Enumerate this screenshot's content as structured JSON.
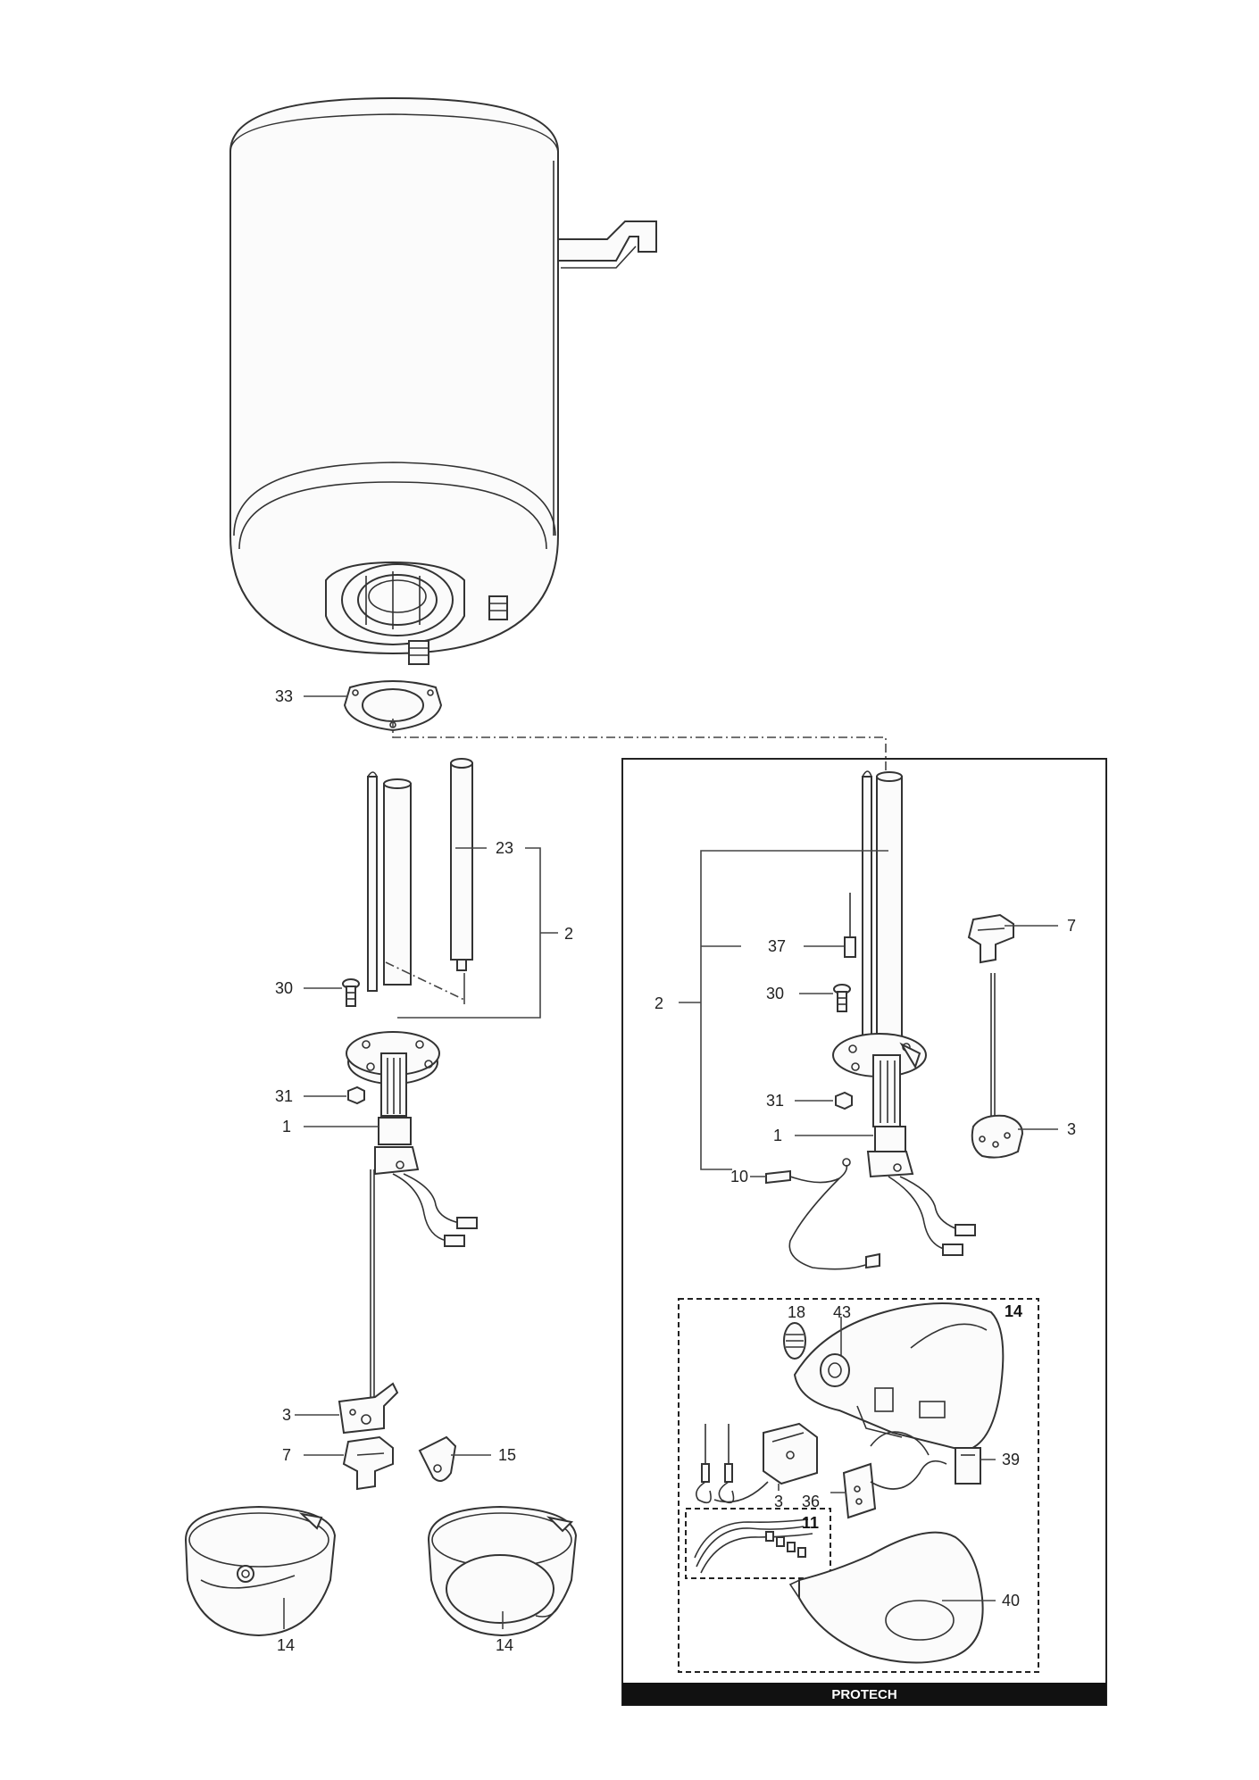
{
  "diagram": {
    "panel_title": "PROTECH",
    "part_labels": {
      "p33": "33",
      "p23": "23",
      "p2_left": "2",
      "p30_left": "30",
      "p31_left": "31",
      "p1_left": "1",
      "p3_left": "3",
      "p7_left": "7",
      "p15": "15",
      "p14_left": "14",
      "p14_mid": "14",
      "p37": "37",
      "p2_right": "2",
      "p30_right": "30",
      "p7_right": "7",
      "p31_right": "31",
      "p1_right": "1",
      "p3_right": "3",
      "p10": "10",
      "p14_kit": "14",
      "p18": "18",
      "p43": "43",
      "p39": "39",
      "p3_kit": "3",
      "p36": "36",
      "p11": "11",
      "p40": "40"
    }
  }
}
